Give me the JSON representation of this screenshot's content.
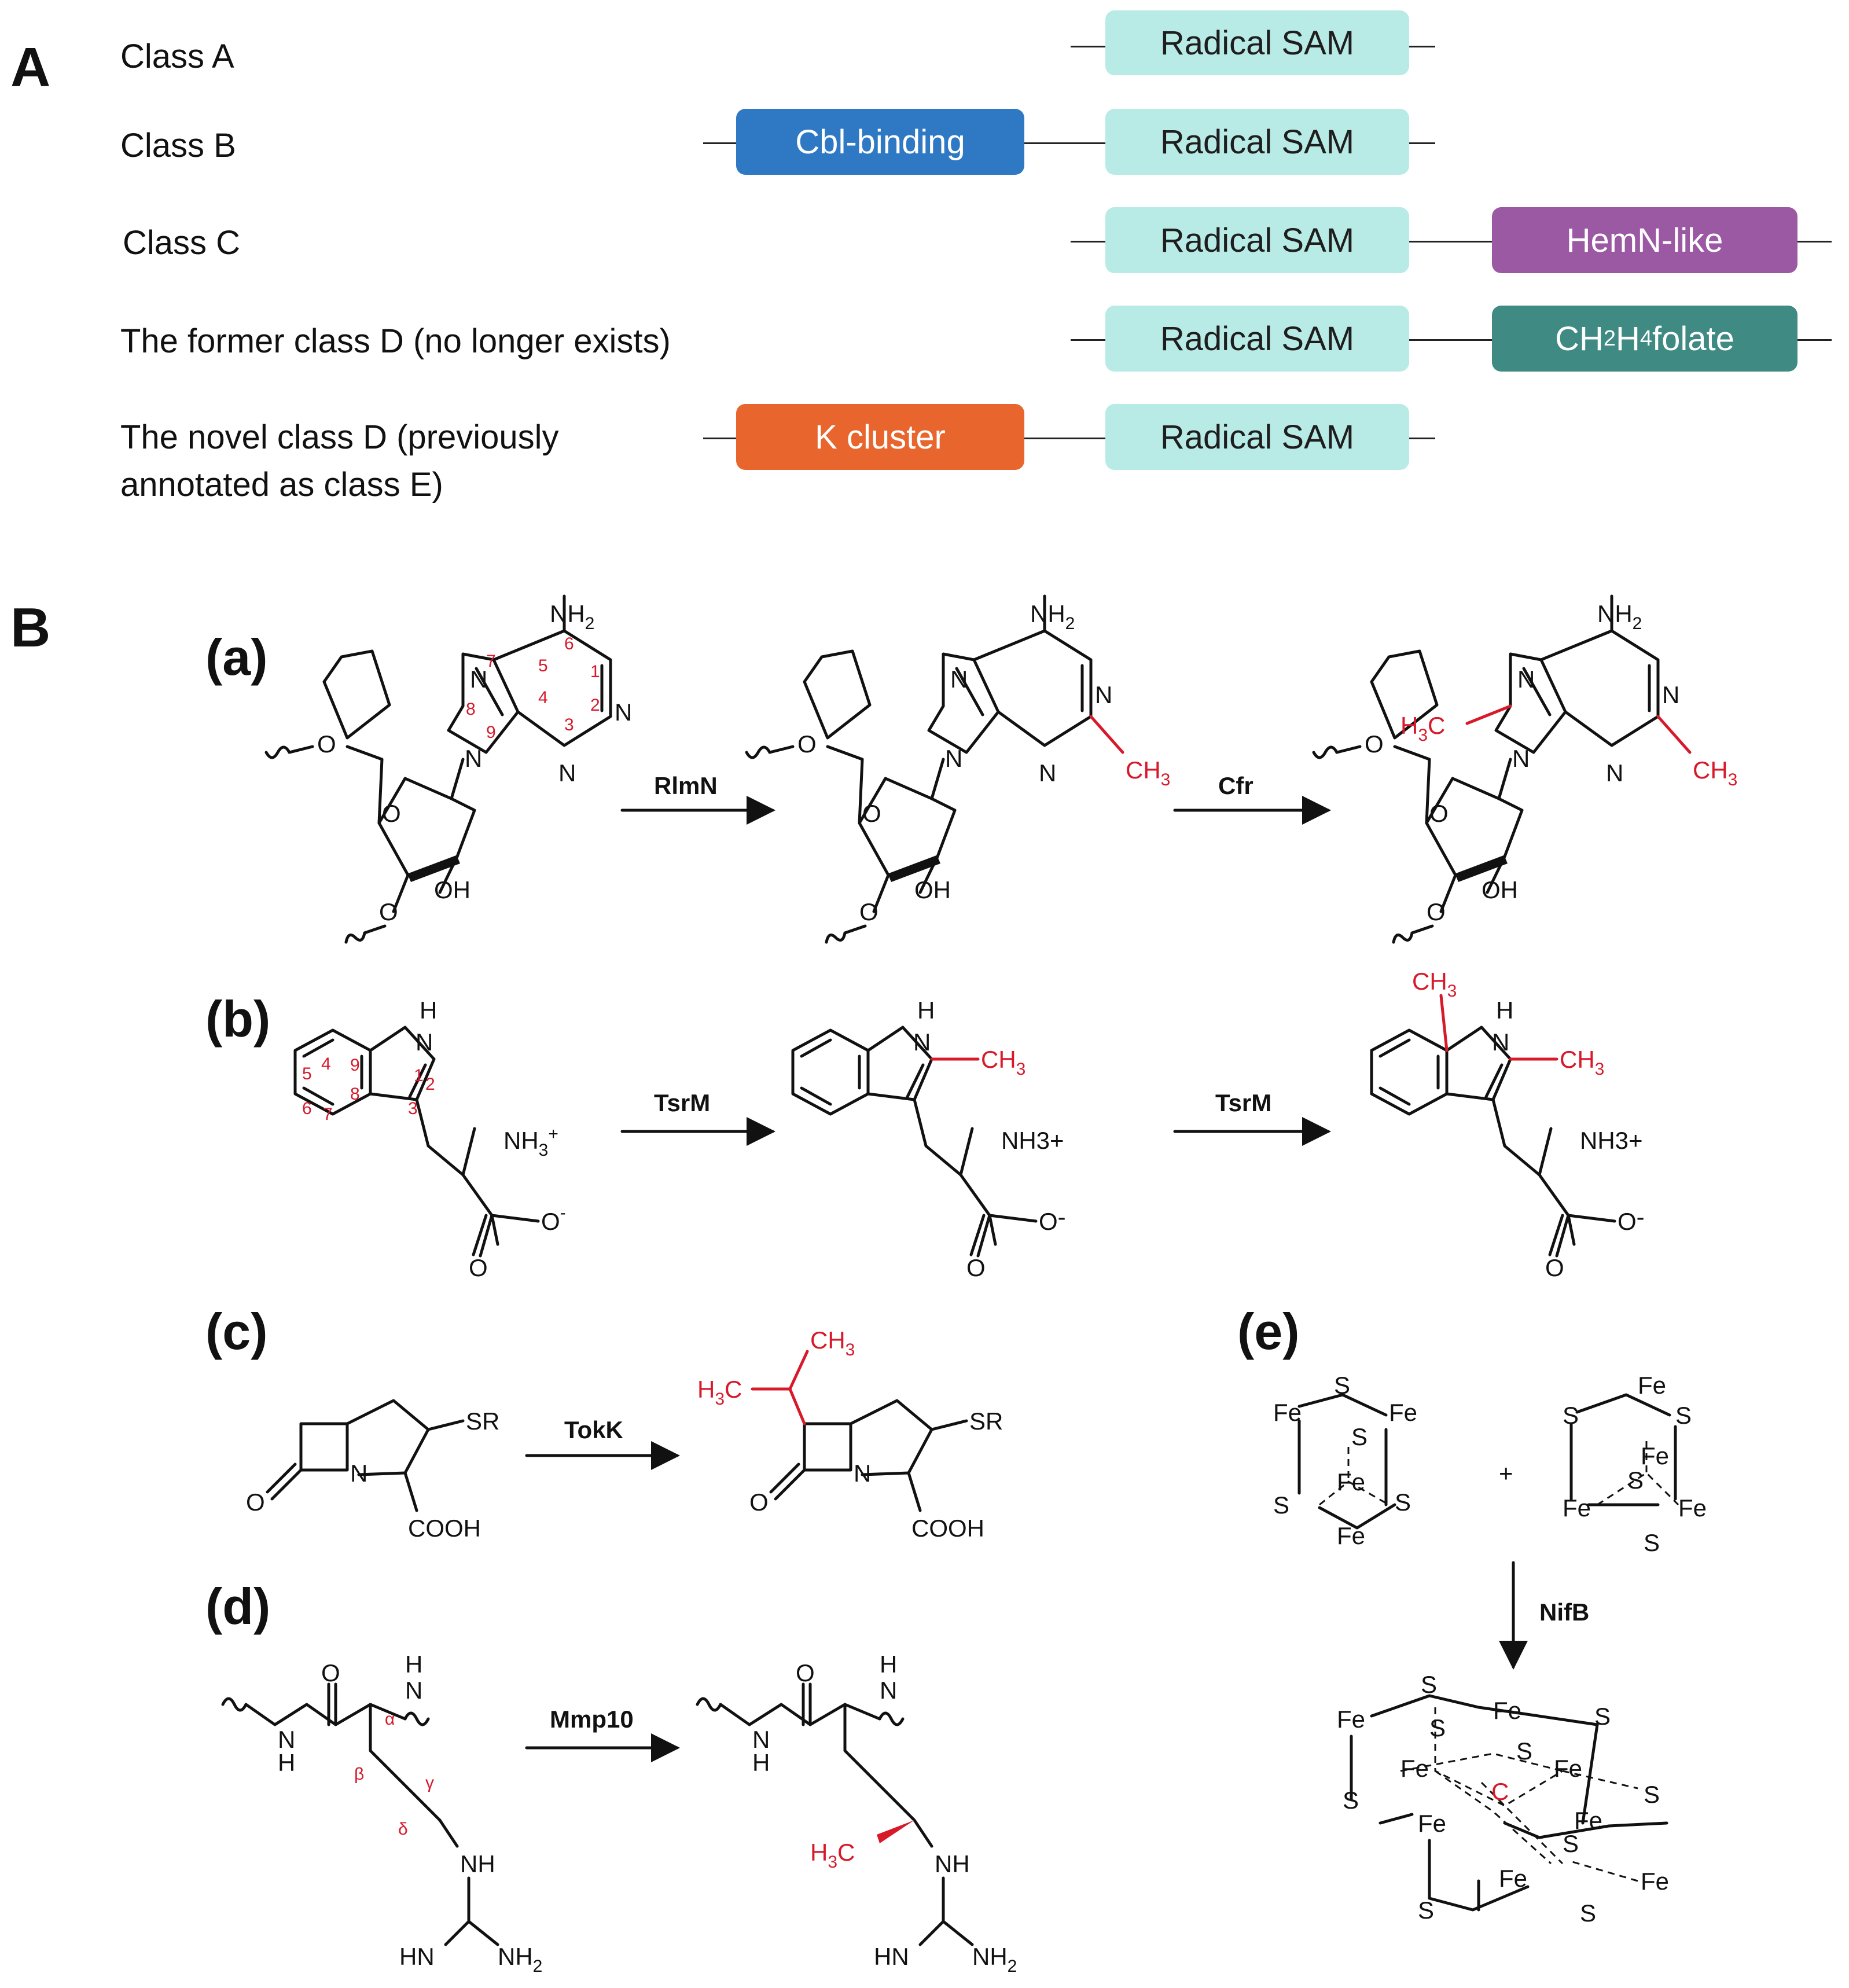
{
  "panel_a": {
    "letter": "A",
    "rows": [
      {
        "label": "Class A",
        "domains": [
          "Radical SAM"
        ]
      },
      {
        "label": "Class B",
        "domains": [
          "Cbl-binding",
          "Radical SAM"
        ]
      },
      {
        "label": "Class C",
        "domains": [
          "Radical SAM",
          "HemN-like"
        ]
      },
      {
        "label": "The former class D (no longer exists)",
        "domains": [
          "Radical SAM",
          "CH2H4folate"
        ]
      },
      {
        "label_lines": [
          "The novel class D (previously",
          "annotated as class E)"
        ],
        "domains": [
          "K cluster",
          "Radical SAM"
        ]
      }
    ],
    "domain_labels": {
      "radical_sam": "Radical SAM",
      "cbl": "Cbl-binding",
      "hemn": "HemN-like",
      "k_cluster": "K cluster",
      "folate": {
        "main": "CH",
        "s1": "2",
        "mid": "H",
        "s2": "4",
        "rest": "folate"
      }
    },
    "colors": {
      "radical_sam": "#b8eae6",
      "cbl": "#2f78c4",
      "hemn": "#9b59a3",
      "folate": "#3f8a82",
      "k_cluster": "#e8662d"
    }
  },
  "panel_b": {
    "letter": "B",
    "reactions": {
      "a": {
        "label": "(a)",
        "enzymes": [
          "RlmN",
          "Cfr"
        ]
      },
      "b": {
        "label": "(b)",
        "enzymes": [
          "TsrM",
          "TsrM"
        ]
      },
      "c": {
        "label": "(c)",
        "enzymes": [
          "TokK"
        ]
      },
      "d": {
        "label": "(d)",
        "enzymes": [
          "Mmp10"
        ]
      },
      "e": {
        "label": "(e)",
        "enzymes": [
          "NifB"
        ],
        "plus": "+"
      }
    },
    "atom_labels": {
      "N": "N",
      "O": "O",
      "OH": "OH",
      "NH2": "NH",
      "H": "H",
      "NH": "NH",
      "CH3": "CH",
      "H3C": "H",
      "C3": "C",
      "sub2": "2",
      "sub3": "3",
      "NH3plus": "NH3+",
      "NH3": "NH",
      "plus": "+",
      "minus": "-",
      "SR": "SR",
      "COOH": "COOH",
      "HN": "HN",
      "Fe": "Fe",
      "S": "S",
      "C": "C",
      "alpha": "α",
      "beta": "β",
      "gamma": "γ",
      "delta": "δ"
    },
    "adenine_numbering": [
      "1",
      "2",
      "3",
      "4",
      "5",
      "6",
      "7",
      "8",
      "9"
    ],
    "indole_numbering": [
      "1",
      "2",
      "3",
      "4",
      "5",
      "6",
      "7",
      "8",
      "9"
    ],
    "highlight_color": "#d7192a"
  }
}
